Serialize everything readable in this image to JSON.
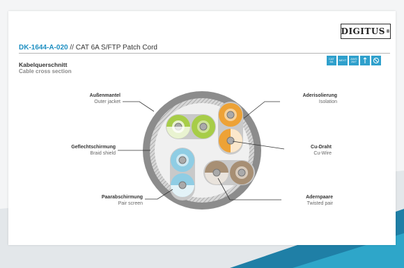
{
  "brand": "DIGITUS",
  "product": {
    "code": "DK-1644-A-020",
    "separator": "//",
    "description": "CAT 6A S/FTP Patch Cord"
  },
  "badges": [
    {
      "icon": "cat6a-badge",
      "text": "CAT 6A"
    },
    {
      "icon": "next-badge",
      "text": "NEXT"
    },
    {
      "icon": "awg-badge",
      "text": "AWG 26/7"
    },
    {
      "icon": "cable-badge",
      "text": ""
    },
    {
      "icon": "halogen-free-badge",
      "text": ""
    }
  ],
  "section": {
    "title_de": "Kabelquerschnitt",
    "title_en": "Cable cross section"
  },
  "labels": {
    "outer_jacket": {
      "de": "Außenmantel",
      "en": "Outer jacket"
    },
    "braid_shield": {
      "de": "Geflechtschirmung",
      "en": "Braid shield"
    },
    "pair_screen": {
      "de": "Paarabschirmung",
      "en": "Pair screen"
    },
    "insulation": {
      "de": "Aderisolierung",
      "en": "Isolation"
    },
    "cu_wire": {
      "de": "Cu-Draht",
      "en": "Cu-Wire"
    },
    "twisted_pair": {
      "de": "Adernpaare",
      "en": "Twisted pair"
    }
  },
  "colors": {
    "accent": "#1e8fc2",
    "jacket": "#8a8a8a",
    "pair_green": "#a7cd48",
    "pair_orange": "#eda236",
    "pair_blue": "#8fcde4",
    "pair_brown": "#a78f74"
  }
}
